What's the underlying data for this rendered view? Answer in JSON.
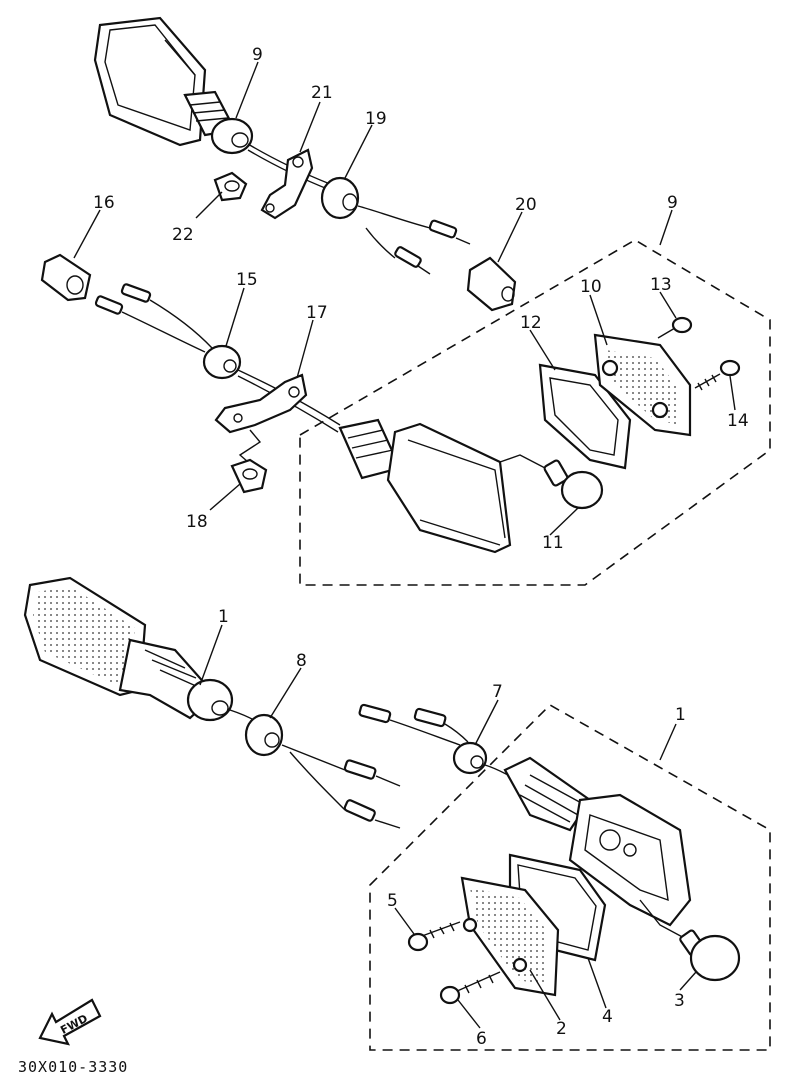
{
  "labels": {
    "l1a": "1",
    "l1b": "1",
    "l2": "2",
    "l3": "3",
    "l4": "4",
    "l5": "5",
    "l6": "6",
    "l7": "7",
    "l8": "8",
    "l9a": "9",
    "l9b": "9",
    "l10": "10",
    "l11": "11",
    "l12": "12",
    "l13": "13",
    "l14": "14",
    "l15": "15",
    "l16": "16",
    "l17": "17",
    "l18": "18",
    "l19": "19",
    "l20": "20",
    "l21": "21",
    "l22": "22"
  },
  "fwd_label": "FWD",
  "diagram_code": "30X010-3330"
}
